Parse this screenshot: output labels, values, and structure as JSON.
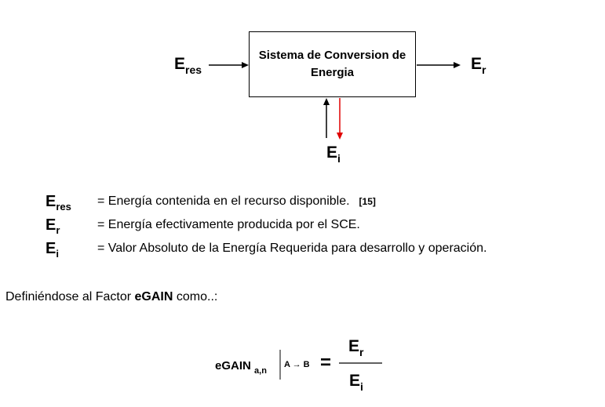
{
  "diagram": {
    "system_label": "Sistema de Conversion de Energia",
    "input": {
      "symbol": "E",
      "sub": "res"
    },
    "output": {
      "symbol": "E",
      "sub": "r"
    },
    "invested": {
      "symbol": "E",
      "sub": "i"
    },
    "arrow_colors": {
      "default": "#000000",
      "accent": "#e00000"
    }
  },
  "definitions": [
    {
      "symbol": "E",
      "sub": "res",
      "text": "= Energía contenida en el recurso disponible.",
      "ref": "[15]"
    },
    {
      "symbol": "E",
      "sub": "r",
      "text": "= Energía efectivamente producida por el SCE."
    },
    {
      "symbol": "E",
      "sub": "i",
      "text": "= Valor Absoluto de la Energía Requerida para desarrollo y operación."
    }
  ],
  "intro": {
    "before": "Definiéndose al Factor ",
    "bold": "eGAIN",
    "after": " como..:"
  },
  "formula": {
    "name": "eGAIN",
    "sub": "a,n",
    "condition": "A → B",
    "equals": "=",
    "numerator": {
      "symbol": "E",
      "sub": "r"
    },
    "denominator": {
      "symbol": "E",
      "sub": "i"
    }
  }
}
